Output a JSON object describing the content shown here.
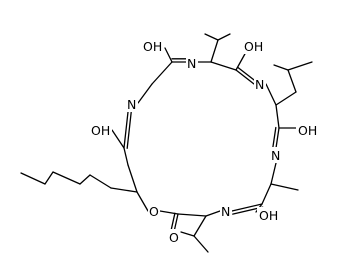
{
  "molecule": {
    "atom_labels": [
      {
        "id": "oh-amide-top-left",
        "text": "OH"
      },
      {
        "id": "n-imine-top",
        "text": "N"
      },
      {
        "id": "oh-amide-top-right",
        "text": "OH"
      },
      {
        "id": "n-imine-upper-right",
        "text": "N"
      },
      {
        "id": "n-imine-left",
        "text": "N"
      },
      {
        "id": "oh-amide-right",
        "text": "OH"
      },
      {
        "id": "oh-amide-left",
        "text": "OH"
      },
      {
        "id": "n-imine-right",
        "text": "N"
      },
      {
        "id": "n-imine-bottom",
        "text": "N"
      },
      {
        "id": "o-ester-ring",
        "text": "O"
      },
      {
        "id": "oh-amide-bottom",
        "text": "OH"
      },
      {
        "id": "o-ester-carbonyl",
        "text": "O"
      }
    ]
  }
}
